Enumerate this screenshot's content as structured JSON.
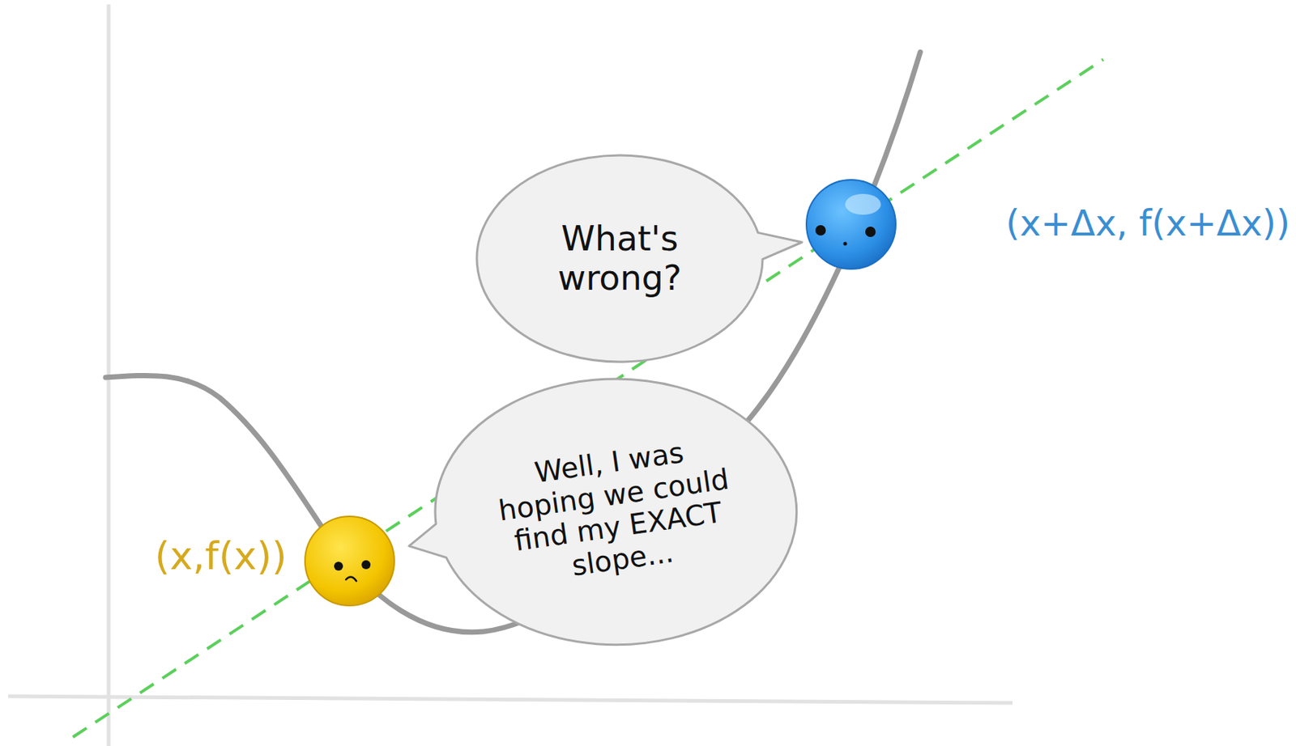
{
  "diagram": {
    "nodes": [
      {
        "text": [
          "What's wrong?"
        ]
      },
      {
        "text": [
          "Well, I was hoping we could find my EXACT slope..."
        ]
      }
    ],
    "labels": [
      "(x,f(x))",
      "(x+Δx, f(x+Δx))"
    ]
  }
}
